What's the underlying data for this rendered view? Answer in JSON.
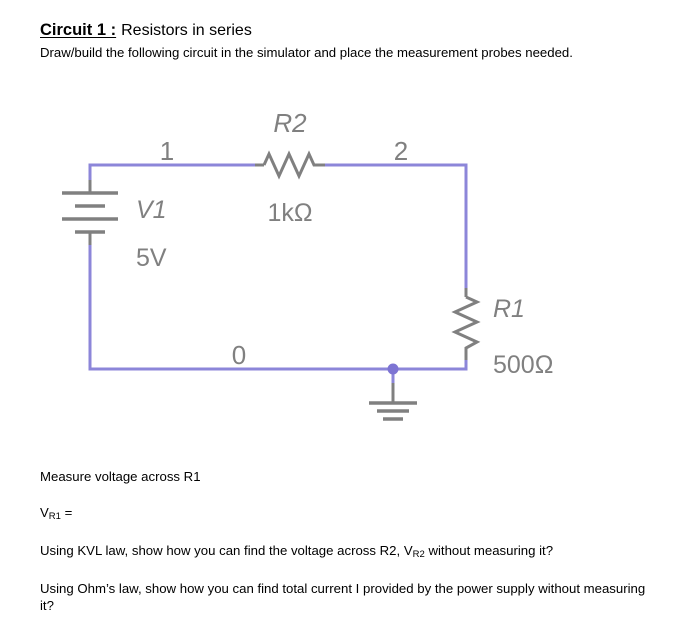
{
  "header": {
    "title_label": "Circuit 1 :",
    "title_subject": "Resistors in series",
    "instruction": "Draw/build the following circuit in the simulator and place the measurement probes needed."
  },
  "schematic": {
    "wire_color": "#8c86d9",
    "component_color": "#808080",
    "source": {
      "ref": "V1",
      "value": "5V",
      "type": "battery"
    },
    "resistors": [
      {
        "ref": "R2",
        "value": "1kΩ",
        "orientation": "horizontal"
      },
      {
        "ref": "R1",
        "value": "500Ω",
        "orientation": "vertical"
      }
    ],
    "nodes": [
      {
        "label": "1"
      },
      {
        "label": "2"
      },
      {
        "label": "0"
      }
    ],
    "ground": {
      "label": "",
      "type": "earth-ground"
    }
  },
  "questions": [
    {
      "text": "Measure voltage across R1",
      "type": "plain"
    },
    {
      "prefix": "V",
      "sub": "R1",
      "suffix": " =",
      "type": "subscript"
    },
    {
      "parts": [
        "Using KVL law, show how you can find the voltage across R2, V",
        "R2",
        " without measuring it?"
      ],
      "type": "inline-subscript"
    },
    {
      "text": "Using Ohm’s law, show how you can find total current I provided by the power supply without measuring it?",
      "type": "plain"
    }
  ]
}
